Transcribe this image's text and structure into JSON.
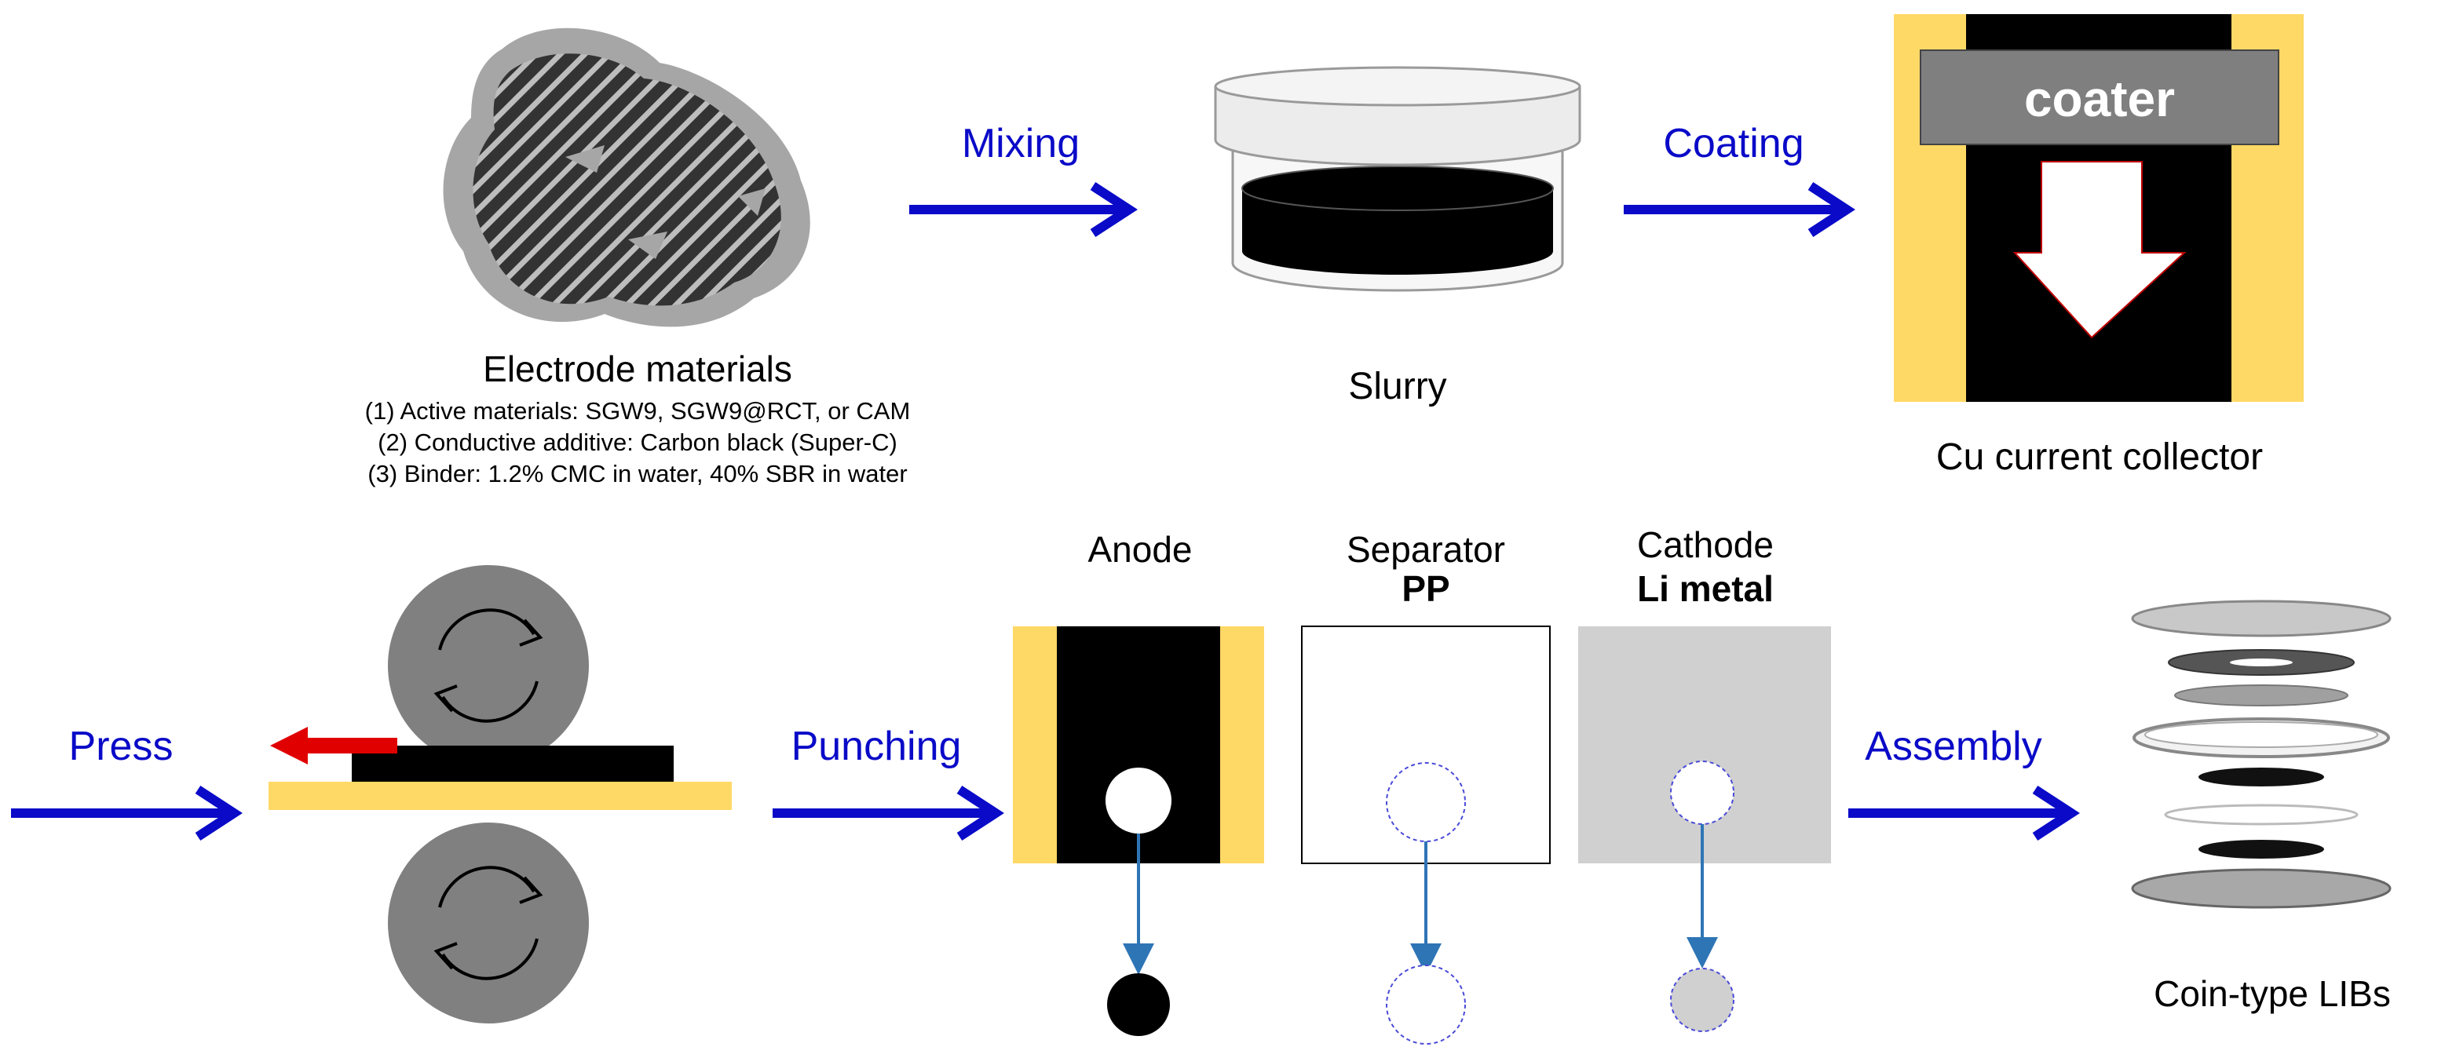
{
  "colors": {
    "arrow_blue": "#0a0ac8",
    "foil_yellow": "#ffd966",
    "coater_gray": "#7f7f7f",
    "roller_gray": "#808080",
    "press_red": "#e00000",
    "punch_arrow": "#2e75b6",
    "li_gray": "#d0d0d0"
  },
  "steps": {
    "mixing": "Mixing",
    "coating": "Coating",
    "press": "Press",
    "punching": "Punching",
    "assembly": "Assembly"
  },
  "electrode": {
    "title": "Electrode materials",
    "lines": [
      "(1) Active materials: SGW9, SGW9@RCT, or CAM",
      "(2) Conductive additive: Carbon black (Super-C)",
      "(3) Binder: 1.2% CMC in water, 40% SBR in water"
    ]
  },
  "slurry": {
    "label": "Slurry"
  },
  "coater": {
    "label": "coater",
    "caption": "Cu current collector"
  },
  "anode": {
    "label": "Anode"
  },
  "separator": {
    "label": "Separator",
    "material": "PP"
  },
  "cathode": {
    "label": "Cathode",
    "material": "Li metal"
  },
  "coin": {
    "label": "Coin-type LIBs"
  }
}
